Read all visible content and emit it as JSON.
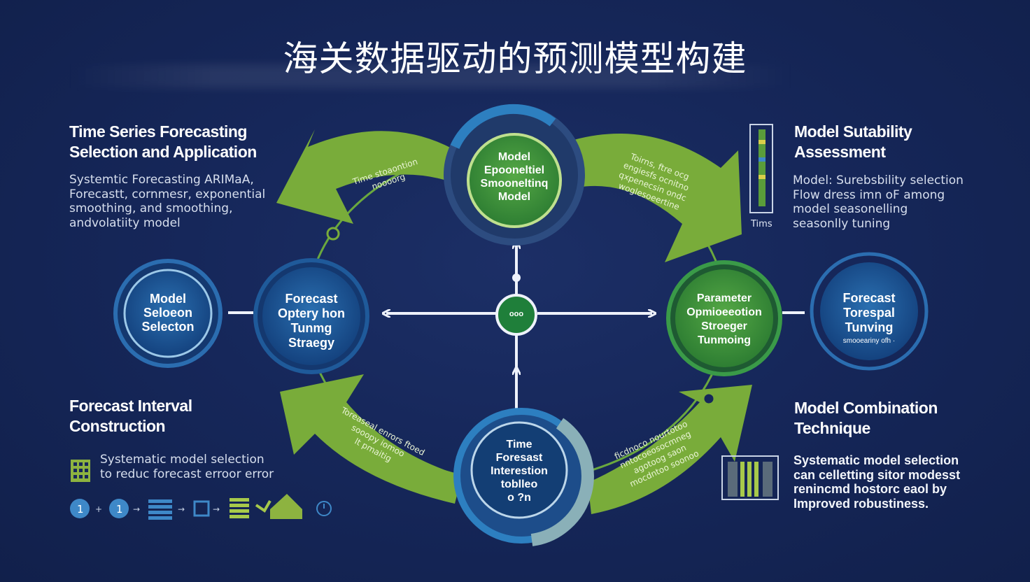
{
  "title": "海关数据驱动的预测模型构建",
  "sections": {
    "top_left": {
      "title": "Time Series Forecasting\nSelection and Application",
      "body": "Systemtic Forecasting ARIMaA,\nForecastt, cornmesr, exponential\nsmoothing,  and smoothing,\nandvolatiity model"
    },
    "top_right": {
      "title": "Model Sutability\nAssessment",
      "body": "Model:  Surebsbility selection\nFlow dress imn oF among\nmodel seasonelling\nseasonlly tuning",
      "icon_caption": "Tims"
    },
    "bottom_left": {
      "title": "Forecast Interval\nConstruction",
      "body": "Systematic model selection\nto reduc forecast erroor error"
    },
    "bottom_right": {
      "title": "Model Combination\nTechnique",
      "body": "Systematic model selection\ncan celletting sitor modesst\nrenincmd hostorc eaol by\nImproved robustiness."
    }
  },
  "nodes": {
    "top": "Model\nEpooneltiel\nSmooneltinq\nModel",
    "left_outer": "Model\nSeloeon\nSelecton",
    "left_inner": "Forecast\nOptery hon\nTunmg\nStraegy",
    "right_inner": "Parameter\nOpmioeeotion\nStroeger\nTunmoing",
    "right_outer": "Forecast\nTorespal\nTunving",
    "right_outer_sub": "smooeariny ofh ·",
    "bottom": "Time\nForesast\nInterestion\ntoblleo\no ?n",
    "center": "ooo"
  },
  "arrow_texts": {
    "top_left": "Time stoaontion\nnoooorg",
    "top_right": "Toirns, ftre ocg\nengiesfs ocnitno\nqxpenecsin ondc\nwoglesoeertine",
    "bottom_left": "Toreaseal enrors ftoed\nsooopy iomoo\nlt pmaitig",
    "bottom_right": "ficdnoco nourtotoo\nnntocoeosocmneg\nagotoog saon\nmocdntoo soonoo"
  },
  "colors": {
    "background": "#16275a",
    "green_arrow": "#79ac3a",
    "green_node": "#3f8f3a",
    "blue_node": "#1d5a9a",
    "ring_blue": "#2d7fc0",
    "connector": "#eef2fb"
  },
  "icons": [
    "grid-icon",
    "step-one-icon",
    "step-one-icon",
    "list-icon",
    "box-icon",
    "stack-icon",
    "chart-bar-icon",
    "house-icon",
    "clock-icon"
  ]
}
